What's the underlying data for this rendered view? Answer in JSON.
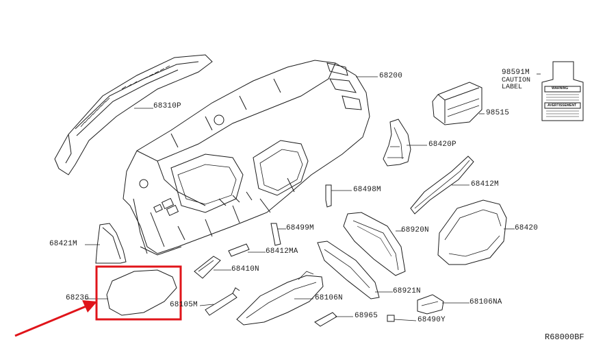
{
  "diagram_code": "R68000BF",
  "parts": {
    "p68200": "68200",
    "p68310P": "68310P",
    "p98591M": "98591M",
    "caution_line1": "CAUTION",
    "caution_line2": "LABEL",
    "p98515": "98515",
    "p68420P": "68420P",
    "p68412M": "68412M",
    "p68498M": "68498M",
    "p68421M": "68421M",
    "p68499M": "68499M",
    "p68920N": "68920N",
    "p68420": "68420",
    "p68412MA": "68412MA",
    "p68410N": "68410N",
    "p68236": "68236",
    "p68105M": "68105M",
    "p68106N": "68106N",
    "p68921N": "68921N",
    "p68106NA": "68106NA",
    "p68965": "68965",
    "p68490Y": "68490Y"
  },
  "label_sticker": {
    "warning_text": "WARNING",
    "avertissement_text": "AVERTISSEMENT"
  },
  "colors": {
    "highlight": "#e0141a",
    "line": "#1a1a1a"
  }
}
